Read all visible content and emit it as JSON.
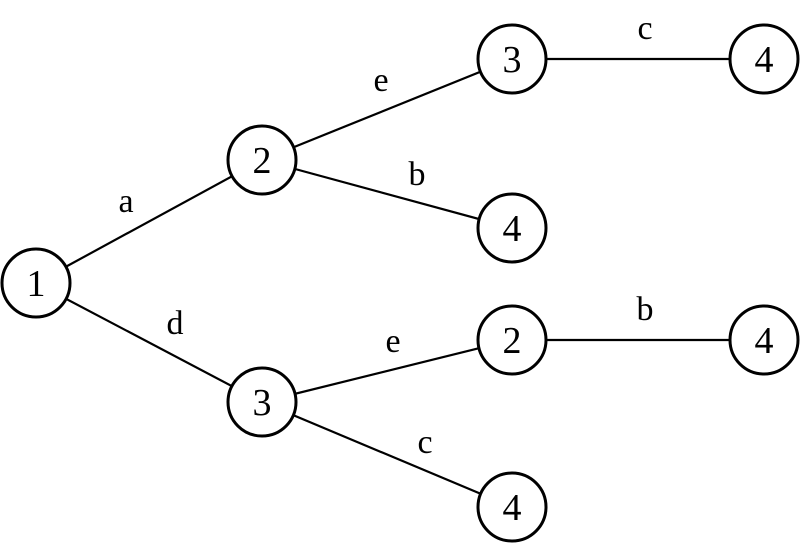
{
  "tree": {
    "nodes": [
      {
        "id": "n1",
        "label": "1"
      },
      {
        "id": "n2a",
        "label": "2"
      },
      {
        "id": "n3a",
        "label": "3"
      },
      {
        "id": "n4a",
        "label": "4"
      },
      {
        "id": "n4b",
        "label": "4"
      },
      {
        "id": "n3b",
        "label": "3"
      },
      {
        "id": "n2b",
        "label": "2"
      },
      {
        "id": "n4c",
        "label": "4"
      },
      {
        "id": "n4d",
        "label": "4"
      }
    ],
    "edges": [
      {
        "from": "n1",
        "to": "n2a",
        "label": "a"
      },
      {
        "from": "n1",
        "to": "n3b",
        "label": "d"
      },
      {
        "from": "n2a",
        "to": "n3a",
        "label": "e"
      },
      {
        "from": "n2a",
        "to": "n4b",
        "label": "b"
      },
      {
        "from": "n3a",
        "to": "n4a",
        "label": "c"
      },
      {
        "from": "n3b",
        "to": "n2b",
        "label": "e"
      },
      {
        "from": "n3b",
        "to": "n4d",
        "label": "c"
      },
      {
        "from": "n2b",
        "to": "n4c",
        "label": "b"
      }
    ]
  }
}
